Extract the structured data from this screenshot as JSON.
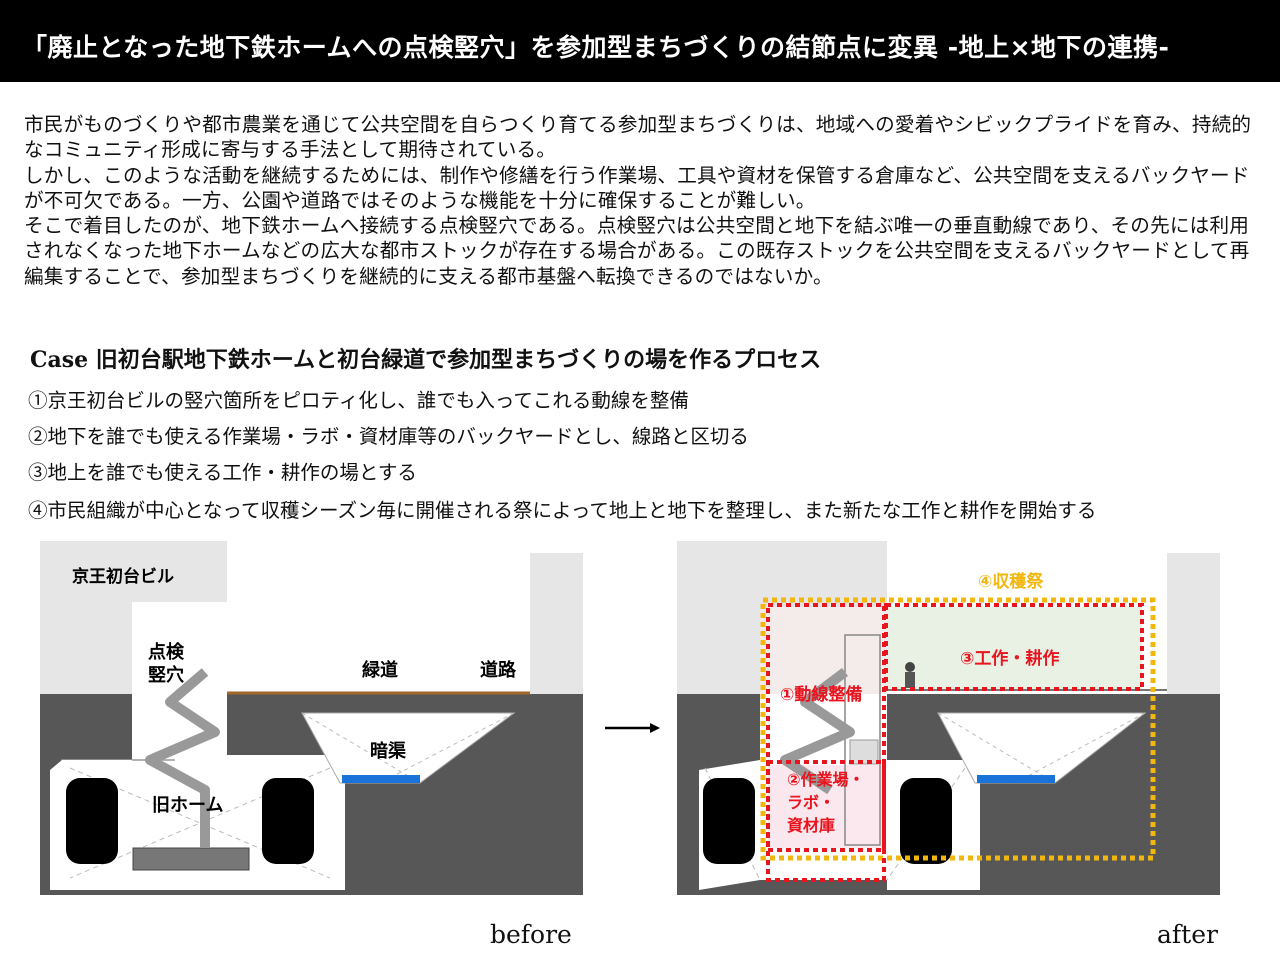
{
  "header": {
    "title": "「廃止となった地下鉄ホームへの点検竪穴」を参加型まちづくりの結節点に変異 -地上×地下の連携-"
  },
  "intro": {
    "lines": [
      "市民がものづくりや都市農業を通じて公共空間を自らつくり育てる参加型まちづくりは、地域への愛着やシビックプライドを育み、持続的なコミュニティ形成に寄与する手法として期待されている。",
      "しかし、このような活動を継続するためには、制作や修繕を行う作業場、工具や資材を保管する倉庫など、公共空間を支えるバックヤードが不可欠である。一方、公園や道路ではそのような機能を十分に確保することが難しい。",
      "そこで着目したのが、地下鉄ホームへ接続する点検竪穴である。点検竪穴は公共空間と地下を結ぶ唯一の垂直動線であり、その先には利用されなくなった地下ホームなどの広大な都市ストックが存在する場合がある。この既存ストックを公共空間を支えるバックヤードとして再編集することで、参加型まちづくりを継続的に支える都市基盤へ転換できるのではないか。"
    ]
  },
  "case": {
    "title": "Case 旧初台駅地下鉄ホームと初台緑道で参加型まちづくりの場を作るプロセス",
    "steps": [
      "①京王初台ビルの竪穴箇所をピロティ化し、誰でも入ってこれる動線を整備",
      "②地下を誰でも使える作業場・ラボ・資材庫等のバックヤードとし、線路と区切る",
      "③地上を誰でも使える工作・耕作の場とする",
      "④市民組織が中心となって収穫シーズン毎に開催される祭によって地上と地下を整理し、また新たな工作と耕作を開始する"
    ]
  },
  "before": {
    "building": "京王初台ビル",
    "shaft_line1": "点検",
    "shaft_line2": "竪穴",
    "greenway": "緑道",
    "road": "道路",
    "culvert": "暗渠",
    "old_platform": "旧ホーム",
    "caption": "before"
  },
  "after": {
    "festival": "④収穫祭",
    "workshop_farm": "③工作・耕作",
    "circulation": "①動線整備",
    "workshop_line1": "②作業場・",
    "workshop_line2": "ラボ・",
    "workshop_line3": "資材庫",
    "caption": "after"
  },
  "colors": {
    "ground": "#575757",
    "building": "#e6e6e6",
    "water": "#1a73d9",
    "red": "#e8141e",
    "orange": "#f2b70f",
    "green_fill": "#e9f1e4",
    "pink_fill": "#fbe7ee"
  }
}
